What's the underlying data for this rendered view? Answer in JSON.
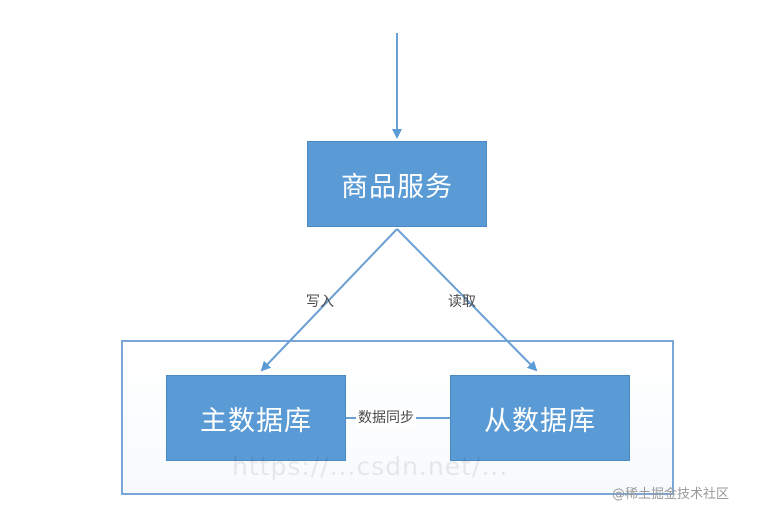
{
  "diagram": {
    "nodes": {
      "service": "商品服务",
      "master": "主数据库",
      "slave": "从数据库"
    },
    "edges": {
      "write": "写入",
      "read": "读取",
      "sync": "数据同步"
    }
  },
  "colors": {
    "node_fill": "#5b9bd5",
    "node_text": "#ffffff",
    "edge": "#6a9fd4",
    "group_border": "#7aa7d8"
  },
  "watermark": {
    "url": "https://...csdn.net/...",
    "brand": "@稀土掘金技术社区"
  }
}
